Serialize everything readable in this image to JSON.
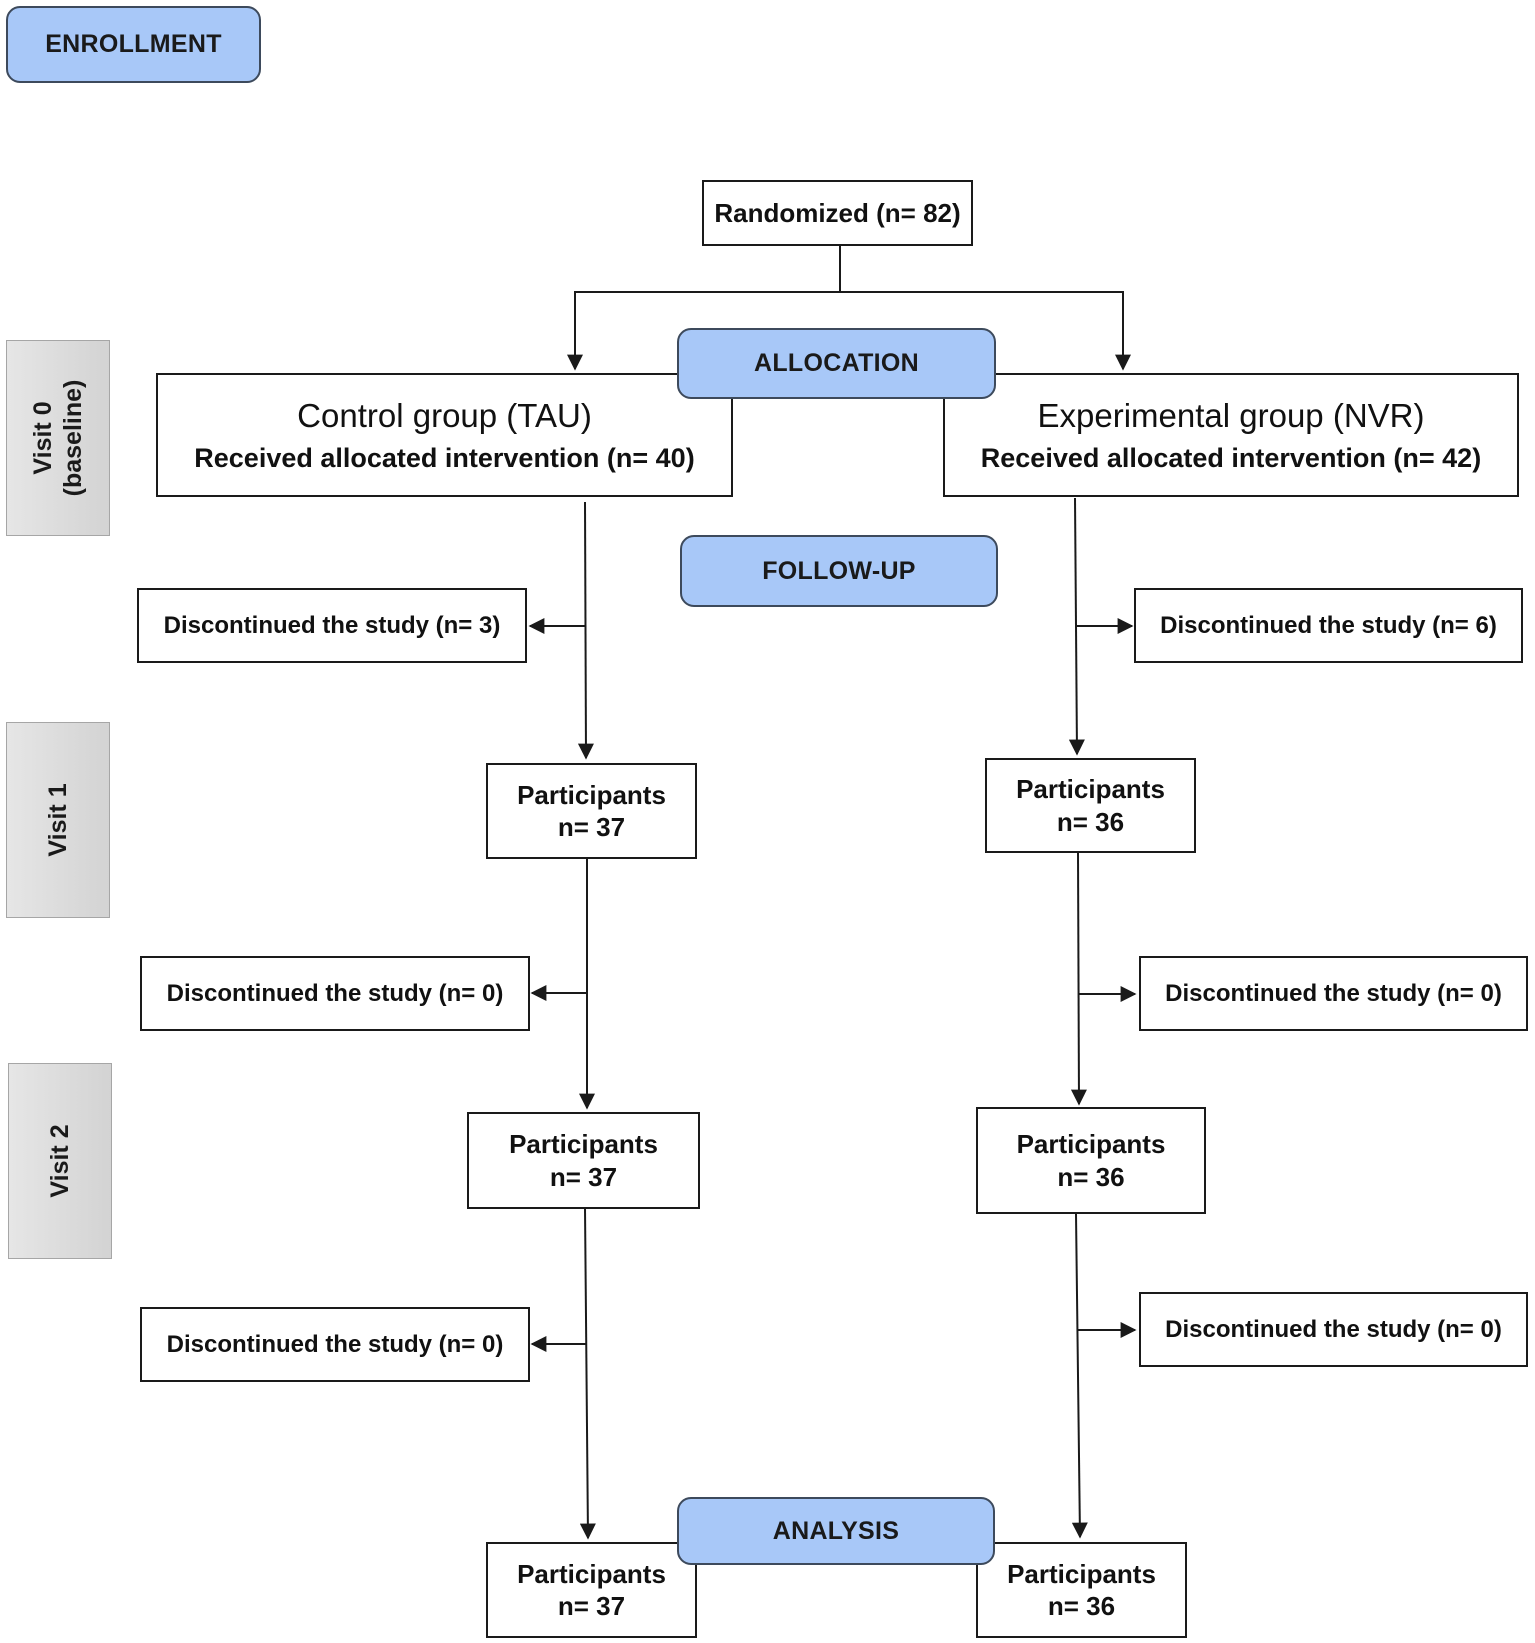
{
  "phases": {
    "enrollment": "ENROLLMENT",
    "allocation": "ALLOCATION",
    "follow_up": "FOLLOW-UP",
    "analysis": "ANALYSIS"
  },
  "visits": {
    "visit0_line1": "Visit 0",
    "visit0_line2": "(baseline)",
    "visit1": "Visit 1",
    "visit2": "Visit 2"
  },
  "randomized": "Randomized (n= 82)",
  "control": {
    "title": "Control group (TAU)",
    "allocated": "Received allocated intervention (n= 40)",
    "discontinued_1": "Discontinued the study (n= 3)",
    "participants_1_label": "Participants",
    "participants_1_n": "n= 37",
    "discontinued_2": "Discontinued the study (n= 0)",
    "participants_2_label": "Participants",
    "participants_2_n": "n= 37",
    "discontinued_3": "Discontinued the study (n= 0)",
    "analysis_label": "Participants",
    "analysis_n": "n= 37"
  },
  "experimental": {
    "title": "Experimental group (NVR)",
    "allocated": "Received allocated intervention (n= 42)",
    "discontinued_1": "Discontinued the study (n= 6)",
    "participants_1_label": "Participants",
    "participants_1_n": "n= 36",
    "discontinued_2": "Discontinued the study (n= 0)",
    "participants_2_label": "Participants",
    "participants_2_n": "n= 36",
    "discontinued_3": "Discontinued the study (n= 0)",
    "analysis_label": "Participants",
    "analysis_n": "n= 36"
  },
  "colors": {
    "phase_fill": "#a8c8f8",
    "visit_fill": "#d9d9d9",
    "line": "#1a1a1a"
  }
}
